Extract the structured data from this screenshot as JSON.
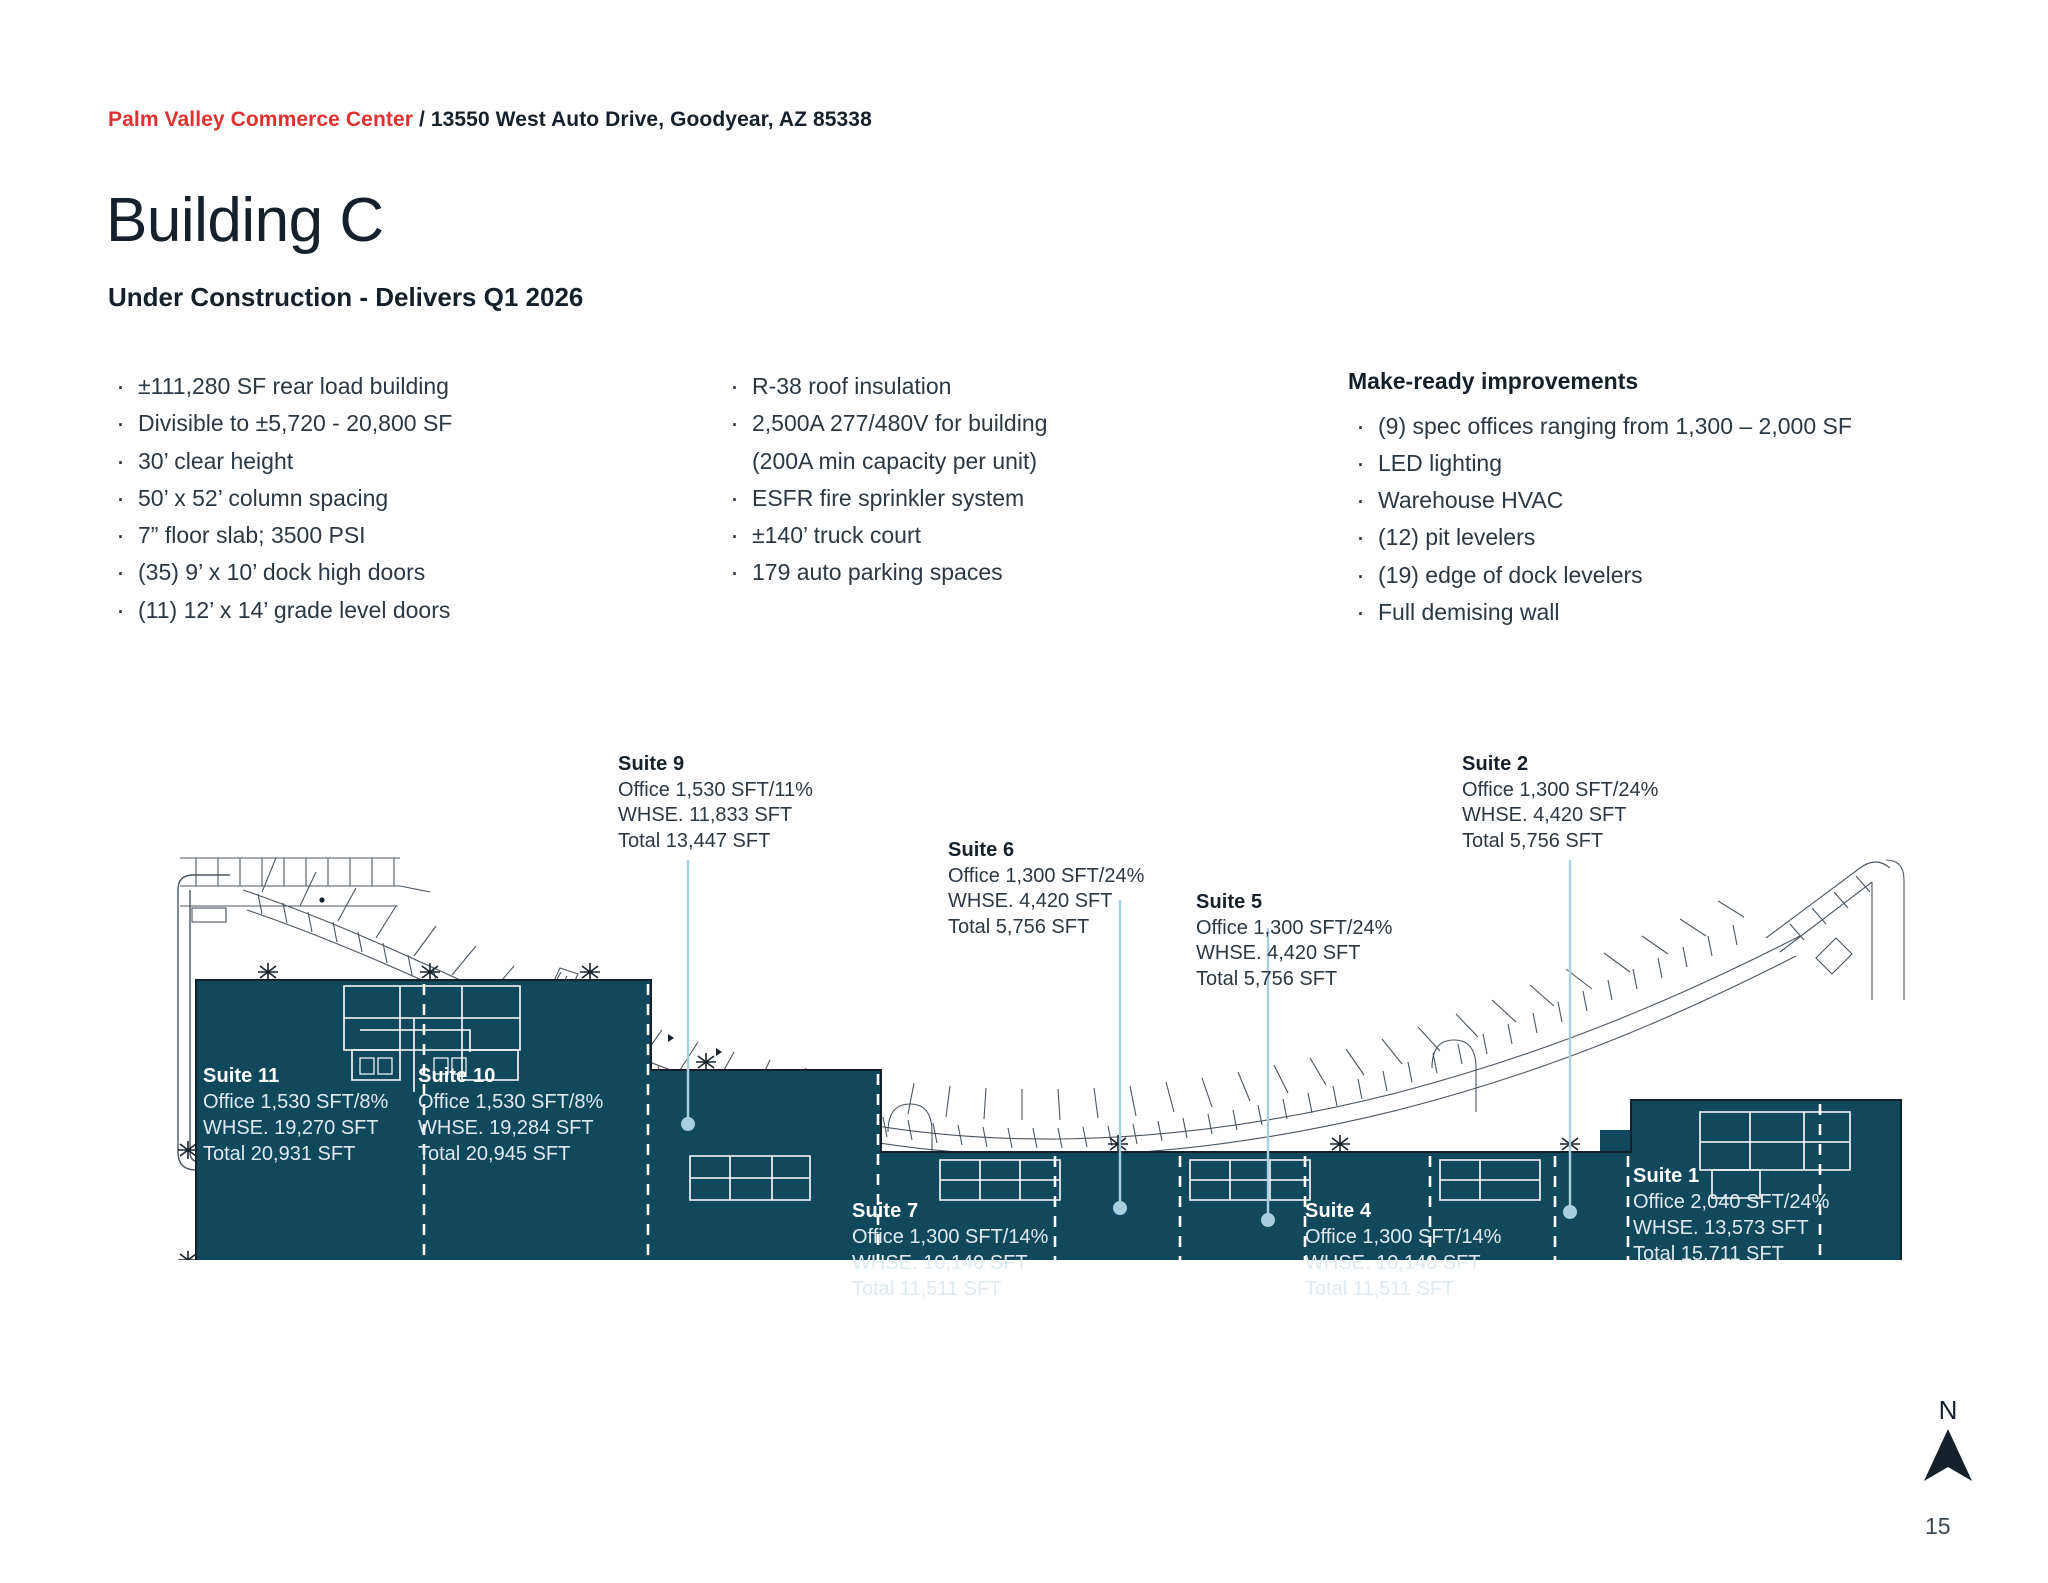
{
  "header": {
    "brand": "Palm Valley Commerce Center",
    "separator": " / ",
    "address": "13550 West Auto Drive, Goodyear, AZ 85338"
  },
  "title": "Building C",
  "subtitle": "Under Construction - Delivers Q1 2026",
  "columns": {
    "left": {
      "items": [
        "±111,280 SF rear load building",
        "Divisible to ±5,720 - 20,800 SF",
        "30’ clear height",
        "50’ x 52’ column spacing",
        "7” floor slab; 3500 PSI",
        "(35) 9’ x 10’ dock high doors",
        "(11) 12’ x 14’ grade level doors"
      ]
    },
    "middle": {
      "items": [
        "R-38 roof insulation",
        "2,500A 277/480V for building",
        "(200A min capacity per unit)",
        "ESFR fire sprinkler system",
        "±140’ truck court",
        "179 auto parking spaces"
      ]
    },
    "right": {
      "heading": "Make-ready improvements",
      "items": [
        "(9) spec offices ranging from 1,300 – 2,000 SF",
        "LED lighting",
        "Warehouse HVAC",
        "(12) pit levelers",
        "(19) edge of dock levelers",
        "Full demising wall"
      ]
    }
  },
  "suites": {
    "suite_9": {
      "name": "Suite 9",
      "office": "Office 1,530 SFT/11%",
      "warehouse": "WHSE. 11,833 SFT",
      "total": "Total 13,447 SFT"
    },
    "suite_6": {
      "name": "Suite 6",
      "office": "Office 1,300 SFT/24%",
      "warehouse": "WHSE. 4,420 SFT",
      "total": "Total 5,756 SFT"
    },
    "suite_5": {
      "name": "Suite 5",
      "office": "Office 1,300 SFT/24%",
      "warehouse": "WHSE. 4,420 SFT",
      "total": "Total 5,756 SFT"
    },
    "suite_2": {
      "name": "Suite 2",
      "office": "Office 1,300 SFT/24%",
      "warehouse": "WHSE. 4,420 SFT",
      "total": "Total 5,756 SFT"
    },
    "suite_11": {
      "name": "Suite 11",
      "office": "Office 1,530 SFT/8%",
      "warehouse": "WHSE. 19,270 SFT",
      "total": "Total 20,931 SFT"
    },
    "suite_10": {
      "name": "Suite 10",
      "office": "Office 1,530 SFT/8%",
      "warehouse": "WHSE. 19,284 SFT",
      "total": "Total 20,945 SFT"
    },
    "suite_7": {
      "name": "Suite 7",
      "office": "Office 1,300 SFT/14%",
      "warehouse": "WHSE. 10,140 SFT",
      "total": "Total 11,511 SFT"
    },
    "suite_4": {
      "name": "Suite 4",
      "office": "Office 1,300 SFT/14%",
      "warehouse": "WHSE. 10,140 SFT",
      "total": "Total 11,511 SFT"
    },
    "suite_1": {
      "name": "Suite 1",
      "office": "Office 2,040 SFT/24%",
      "warehouse": "WHSE. 13,573 SFT",
      "total": "Total 15,711 SFT"
    }
  },
  "compass": {
    "label": "N"
  },
  "page_number": "15",
  "colors": {
    "brand_red": "#e03131",
    "navy_text": "#16202b",
    "building_fill": "#11485c",
    "leader_blue": "#a8cfe0",
    "plan_line": "#4a5560"
  }
}
